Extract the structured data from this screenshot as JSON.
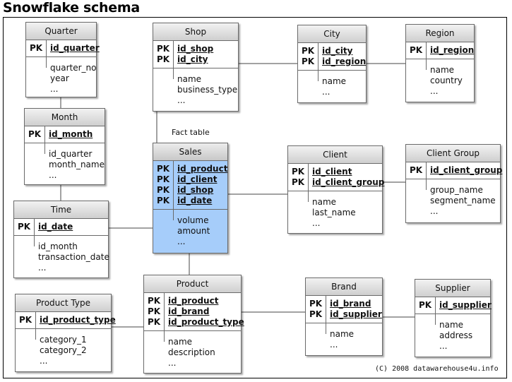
{
  "title": "Snowflake schema",
  "fact_label": "Fact table",
  "copyright": "(C) 2008 datawarehouse4u.info",
  "tables": {
    "quarter": {
      "name": "Quarter",
      "keys": [
        {
          "pk": "PK",
          "col": "id_quarter"
        }
      ],
      "attrs": [
        "quarter_no",
        "year",
        "..."
      ]
    },
    "month": {
      "name": "Month",
      "keys": [
        {
          "pk": "PK",
          "col": "id_month"
        }
      ],
      "attrs": [
        "id_quarter",
        "month_name",
        "..."
      ]
    },
    "time": {
      "name": "Time",
      "keys": [
        {
          "pk": "PK",
          "col": "id_date"
        }
      ],
      "attrs": [
        "id_month",
        "transaction_date",
        "..."
      ]
    },
    "shop": {
      "name": "Shop",
      "keys": [
        {
          "pk": "PK",
          "col": "id_shop"
        },
        {
          "pk": "PK",
          "col": "id_city"
        }
      ],
      "attrs": [
        "name",
        "business_type",
        "..."
      ]
    },
    "city": {
      "name": "City",
      "keys": [
        {
          "pk": "PK",
          "col": "id_city"
        },
        {
          "pk": "PK",
          "col": "id_region"
        }
      ],
      "attrs": [
        "name",
        "..."
      ]
    },
    "region": {
      "name": "Region",
      "keys": [
        {
          "pk": "PK",
          "col": "id_region"
        }
      ],
      "attrs": [
        "name",
        "country",
        "..."
      ]
    },
    "sales": {
      "name": "Sales",
      "keys": [
        {
          "pk": "PK",
          "col": "id_product"
        },
        {
          "pk": "PK",
          "col": "id_client"
        },
        {
          "pk": "PK",
          "col": "id_shop"
        },
        {
          "pk": "PK",
          "col": "id_date"
        }
      ],
      "attrs": [
        "volume",
        "amount",
        "..."
      ]
    },
    "client": {
      "name": "Client",
      "keys": [
        {
          "pk": "PK",
          "col": "id_client"
        },
        {
          "pk": "PK",
          "col": "id_client_group"
        }
      ],
      "attrs": [
        "name",
        "last_name",
        "..."
      ]
    },
    "client_group": {
      "name": "Client Group",
      "keys": [
        {
          "pk": "PK",
          "col": "id_client_group"
        }
      ],
      "attrs": [
        "group_name",
        "segment_name",
        "..."
      ]
    },
    "product": {
      "name": "Product",
      "keys": [
        {
          "pk": "PK",
          "col": "id_product"
        },
        {
          "pk": "PK",
          "col": "id_brand"
        },
        {
          "pk": "PK",
          "col": "id_product_type"
        }
      ],
      "attrs": [
        "name",
        "description",
        "..."
      ]
    },
    "product_type": {
      "name": "Product Type",
      "keys": [
        {
          "pk": "PK",
          "col": "id_product_type"
        }
      ],
      "attrs": [
        "category_1",
        "category_2",
        "..."
      ]
    },
    "brand": {
      "name": "Brand",
      "keys": [
        {
          "pk": "PK",
          "col": "id_brand"
        },
        {
          "pk": "PK",
          "col": "id_supplier"
        }
      ],
      "attrs": [
        "name",
        "..."
      ]
    },
    "supplier": {
      "name": "Supplier",
      "keys": [
        {
          "pk": "PK",
          "col": "id_supplier"
        }
      ],
      "attrs": [
        "name",
        "address",
        "..."
      ]
    }
  },
  "colors": {
    "fact_fill": "#a6cdfa",
    "header_fill": "#d9d9d9",
    "border": "#6a6a6a"
  }
}
